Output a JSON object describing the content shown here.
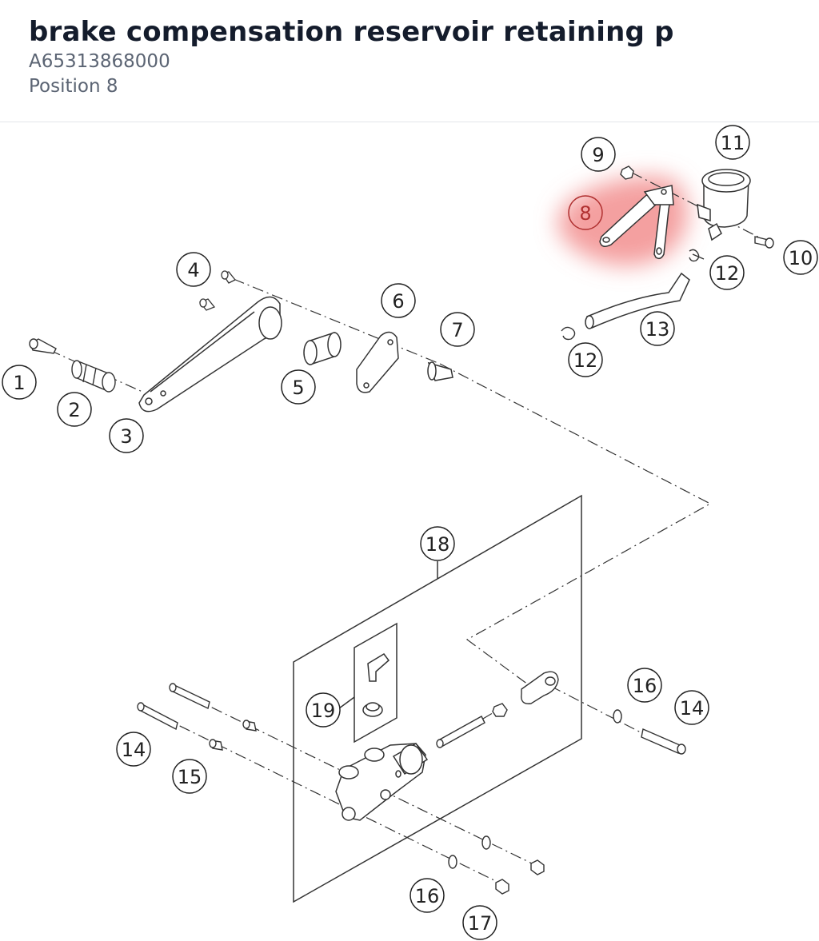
{
  "header": {
    "title": "brake compensation reservoir retaining p",
    "part_number": "A65313868000",
    "position": "Position 8"
  },
  "diagram": {
    "highlight_color": "#f08080",
    "highlighted_callout": "8",
    "callouts": [
      "1",
      "2",
      "3",
      "4",
      "5",
      "6",
      "7",
      "8",
      "9",
      "10",
      "11",
      "12",
      "12",
      "13",
      "14",
      "14",
      "15",
      "16",
      "16",
      "17",
      "18",
      "19"
    ]
  }
}
